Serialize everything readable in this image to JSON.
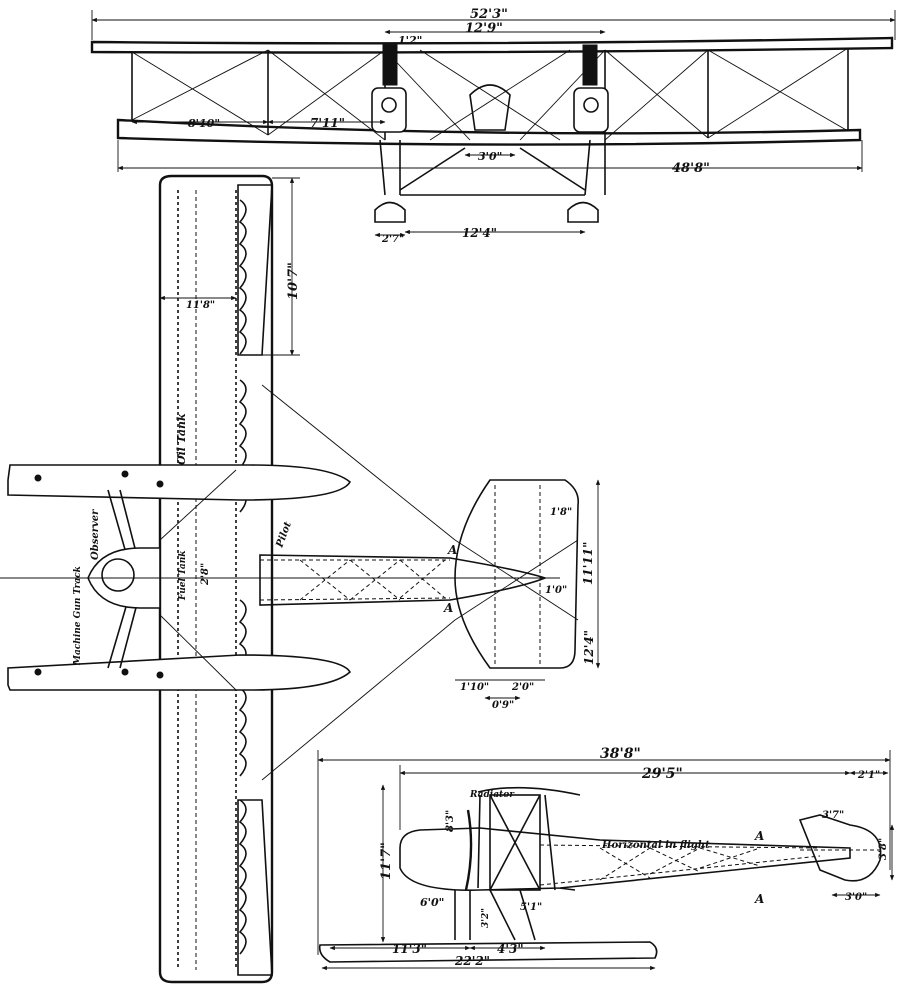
{
  "front_view": {
    "dims": {
      "span_upper": "52'3\"",
      "center_section": "12'9\"",
      "top_small": "1'2\"",
      "outer_bay": "8'10\"",
      "inner_bay": "7'11\"",
      "center_gap": "3'0\"",
      "span_lower": "48'8\"",
      "float_width": "2'7\"",
      "float_track": "12'4\""
    }
  },
  "plan_view": {
    "dims": {
      "aileron_length": "10'7\"",
      "wing_chord": "11'8\"",
      "gap_small": "2'8\"",
      "stab_chord": "1'8\"",
      "tail_span": "11'11\"",
      "tail_span_total": "12'4\"",
      "tail_tip": "1'0\"",
      "tail_a": "1'10\"",
      "tail_b": "2'0\"",
      "tail_c": "0'9\""
    },
    "labels": {
      "oil_tank": "Oil Tank",
      "fuel_tank": "Fuel Tank",
      "pilot": "Pilot",
      "observer": "Observer",
      "machine_gun": "Machine Gun Track"
    },
    "section": "A"
  },
  "side_view": {
    "dims": {
      "overall_length": "38'8\"",
      "fuselage": "29'5\"",
      "rudder_chord": "2'1\"",
      "height": "11'7\"",
      "prop": "8'3\"",
      "fin": "3'7\"",
      "rudder_height": "3'8\"",
      "rudder_base": "3'0\"",
      "float_front": "6'0\"",
      "strut_a": "3'2\"",
      "strut_b": "5'1\"",
      "float_nose": "11'3\"",
      "float_rear": "4'3\"",
      "float_length": "22'2\""
    },
    "labels": {
      "radiator": "Radiator",
      "horizontal": "Horizontal in flight"
    },
    "section": "A"
  }
}
